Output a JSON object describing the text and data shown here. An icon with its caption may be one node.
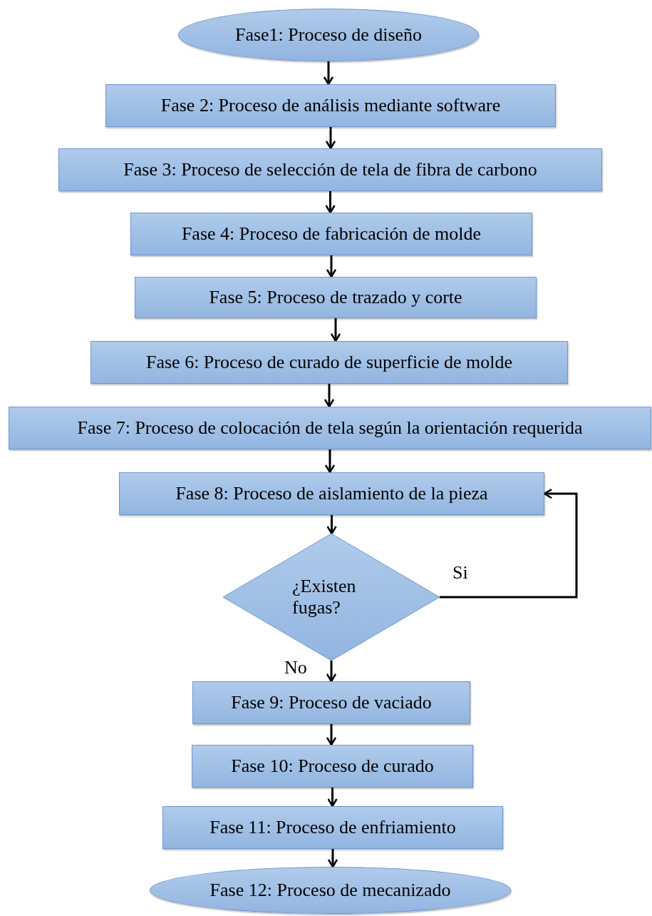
{
  "diagram": {
    "nodes": [
      {
        "text": [
          "Fase1: Proceso de diseño"
        ]
      },
      {
        "text": [
          "Fase 2: Proceso de análisis mediante software"
        ]
      },
      {
        "text": [
          "Fase 3: Proceso de selección de tela de fibra de carbono"
        ]
      },
      {
        "text": [
          "Fase 4: Proceso de fabricación de molde"
        ]
      },
      {
        "text": [
          "Fase 5: Proceso de trazado y corte"
        ]
      },
      {
        "text": [
          "Fase 6: Proceso de curado de superficie de molde"
        ]
      },
      {
        "text": [
          "Fase 7: Proceso de colocación de tela según la orientación requerida"
        ]
      },
      {
        "text": [
          "Fase 8: Proceso de aislamiento de la pieza"
        ]
      },
      {
        "text": [
          "¿Existen fugas?"
        ]
      },
      {
        "text": [
          "Fase 9: Proceso de vaciado"
        ]
      },
      {
        "text": [
          "Fase 10: Proceso de curado"
        ]
      },
      {
        "text": [
          "Fase 11: Proceso de enfriamiento"
        ]
      },
      {
        "text": [
          "Fase 12: Proceso de mecanizado"
        ]
      }
    ],
    "edges": [
      {
        "from": 0,
        "to": 1,
        "arrow": "to"
      },
      {
        "from": 1,
        "to": 2,
        "arrow": "to"
      },
      {
        "from": 2,
        "to": 3,
        "arrow": "to"
      },
      {
        "from": 3,
        "to": 4,
        "arrow": "to"
      },
      {
        "from": 4,
        "to": 5,
        "arrow": "to"
      },
      {
        "from": 5,
        "to": 6,
        "arrow": "to"
      },
      {
        "from": 6,
        "to": 7,
        "arrow": "to"
      },
      {
        "from": 7,
        "to": 8,
        "arrow": "to"
      },
      {
        "from": 8,
        "to": 7,
        "arrow": "to",
        "label": "Si"
      },
      {
        "from": 8,
        "to": 9,
        "arrow": "to",
        "label": "No"
      },
      {
        "from": 9,
        "to": 10,
        "arrow": "to"
      },
      {
        "from": 10,
        "to": 11,
        "arrow": "to"
      },
      {
        "from": 11,
        "to": 12,
        "arrow": "to"
      }
    ]
  }
}
